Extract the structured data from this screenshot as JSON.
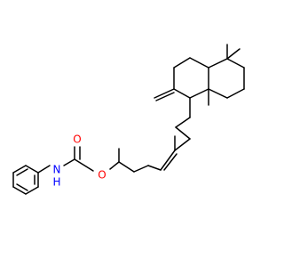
{
  "molecule": {
    "atoms": {
      "carbonyl_o": {
        "symbol": "O",
        "color": "#ff0000"
      },
      "ester_o": {
        "symbol": "O",
        "color": "#ff0000"
      },
      "amide_n": {
        "symbol": "N",
        "color": "#0000ff"
      },
      "amide_h": {
        "symbol": "H",
        "color": "#0000ff"
      }
    }
  }
}
